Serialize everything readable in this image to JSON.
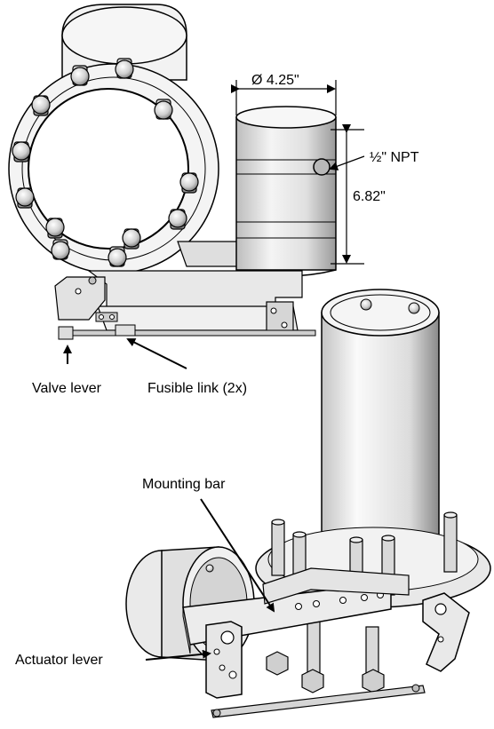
{
  "dimensions": {
    "diameter": "Ø 4.25\"",
    "height": "6.82\"",
    "port": "½\" NPT"
  },
  "callouts": {
    "valve_lever": "Valve lever",
    "fusible_link": "Fusible link (2x)",
    "mounting_bar": "Mounting bar",
    "actuator_lever": "Actuator lever"
  },
  "colors": {
    "line": "#000000",
    "metal_light": "#e6e6e6",
    "metal_mid": "#c8c8c8",
    "metal_dark": "#8c8c8c"
  }
}
